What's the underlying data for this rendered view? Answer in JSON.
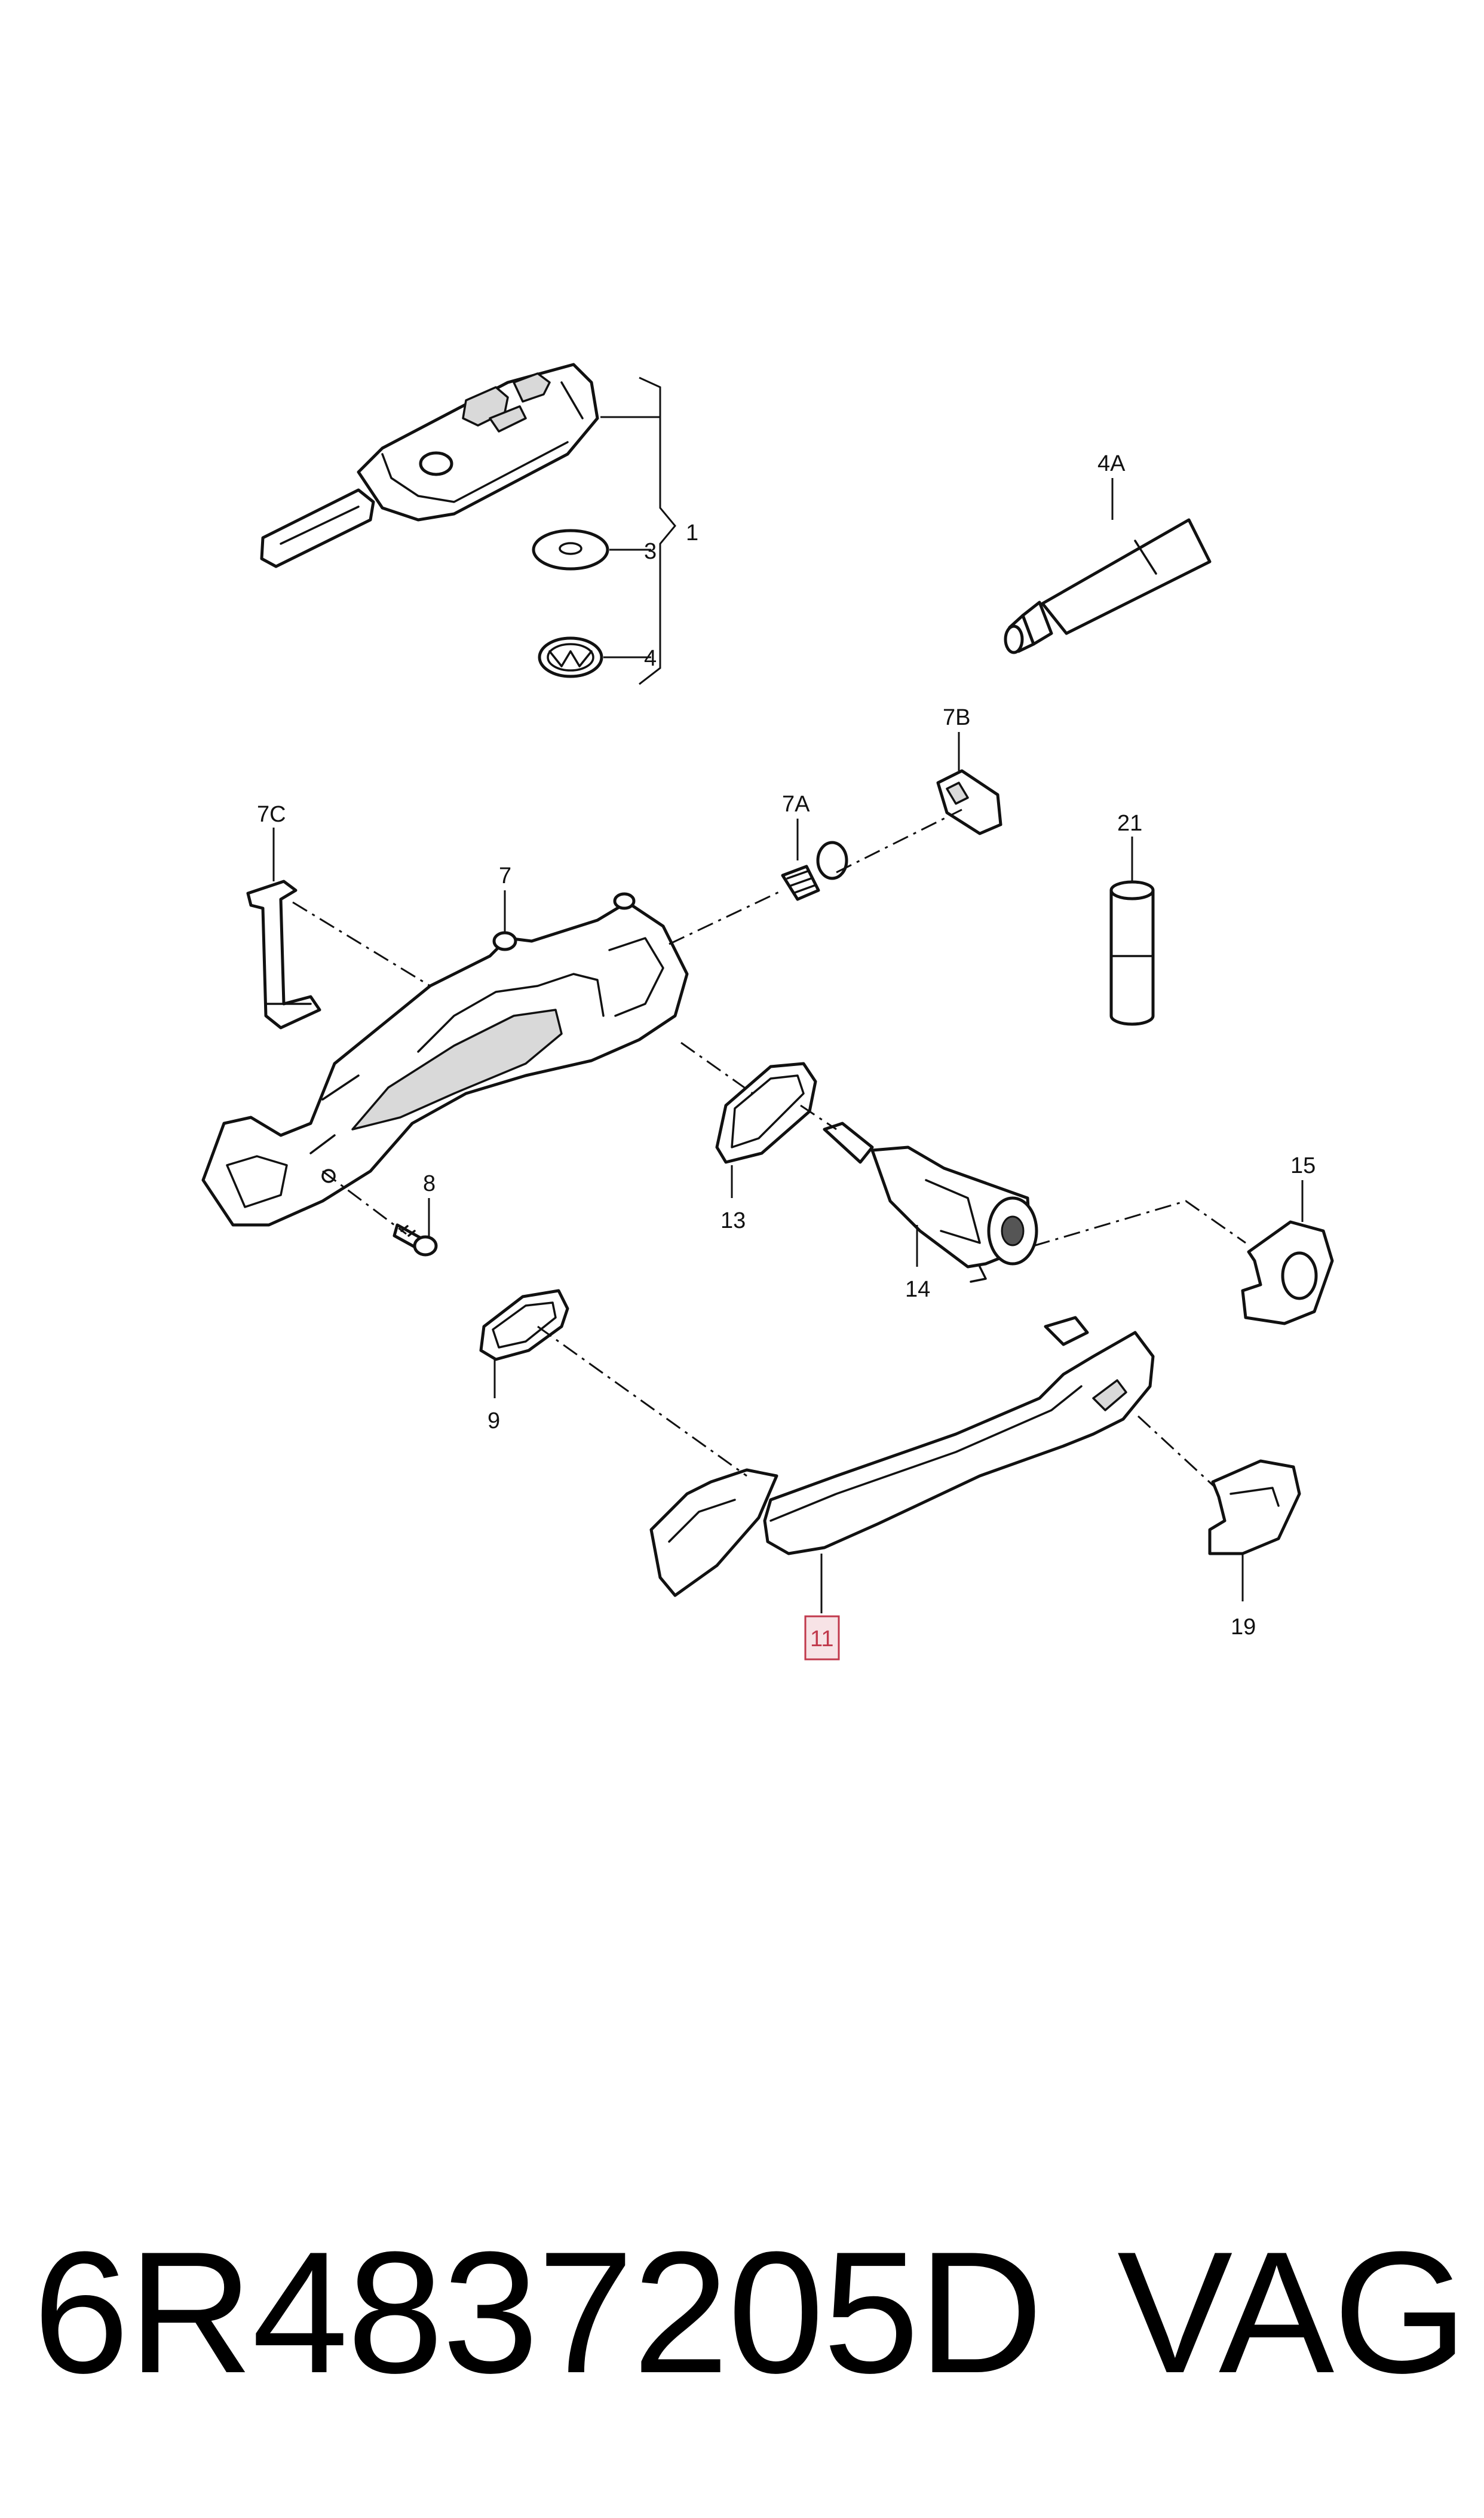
{
  "callouts": {
    "c1": "1",
    "c3": "3",
    "c4": "4",
    "c4A": "4A",
    "c7": "7",
    "c7A": "7A",
    "c7B": "7B",
    "c7C": "7C",
    "c8": "8",
    "c9": "9",
    "c11": "11",
    "c13": "13",
    "c14": "14",
    "c15": "15",
    "c19": "19",
    "c21": "21"
  },
  "highlighted_callout": "11",
  "highlight_color": "#c0394c",
  "footer": {
    "part_number": "6R4837205D",
    "brand": "VAG"
  }
}
